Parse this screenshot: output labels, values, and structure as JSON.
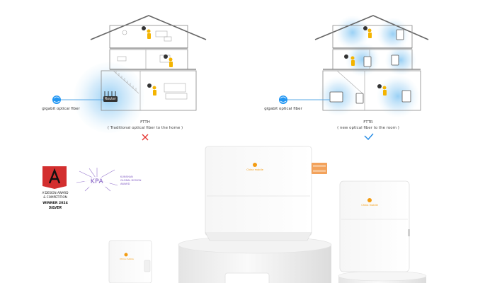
{
  "left_diagram": {
    "fiber_label": "gigabit optical fiber",
    "router_label": "Router",
    "title": "FTTH",
    "subtitle": "( Traditional optical fiber to the home )",
    "verdict_icon": "cross-icon",
    "verdict_color": "#e53935"
  },
  "right_diagram": {
    "fiber_label": "gigabit optical fiber",
    "title": "FTTR",
    "subtitle": "( new optical fiber to the room )",
    "verdict_icon": "check-icon",
    "verdict_color": "#1e88e5"
  },
  "awards": {
    "a_award": {
      "letter": "A'",
      "line1": "A'DESIGN AWARD",
      "line2": "& COMPETITION",
      "line3": "WINNER  2024",
      "line4": "SILVER",
      "color": "#d32f2f"
    },
    "kpa": {
      "logo": "KPA",
      "line1": "KUNSHAN",
      "line2": "GLOBAL DESIGN",
      "line3": "AWARD",
      "color": "#7e57c2"
    }
  },
  "products": {
    "brand": "China mobile",
    "accent": "#f39c12"
  }
}
